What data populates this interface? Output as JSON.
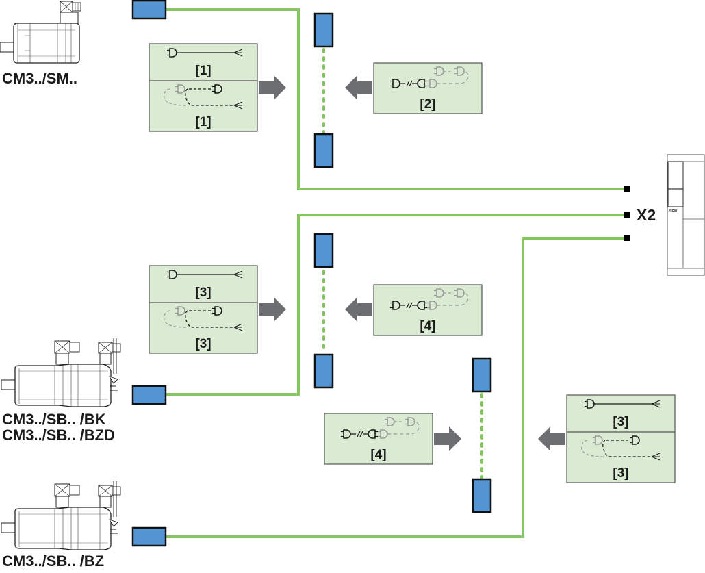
{
  "colors": {
    "cable": "#86c65e",
    "connector_fill": "#5295d2",
    "connector_stroke": "#111111",
    "panel_fill": "#dbebd3",
    "panel_stroke": "#555555",
    "arrow": "#6d6e71",
    "plug_light": "#9a9a9a",
    "plug_dark": "#1a1a1a"
  },
  "motors": [
    {
      "id": "motor-sm",
      "label": "CM3../SM.."
    },
    {
      "id": "motor-sb-bk-bzd",
      "label": "CM3../SB.. /BK\nCM3../SB.. /BZD"
    },
    {
      "id": "motor-sb-bz",
      "label": "CM3../SB.. /BZ"
    }
  ],
  "inverter": {
    "connector_label": "X2"
  },
  "panels": [
    {
      "id": "panel-top-left",
      "type": "double",
      "upper_ref": "[1]",
      "lower_ref": "[1]",
      "arrow": "right"
    },
    {
      "id": "panel-top-ext",
      "type": "extension",
      "ref": "[2]",
      "arrow": "left"
    },
    {
      "id": "panel-mid-left",
      "type": "double",
      "upper_ref": "[3]",
      "lower_ref": "[3]",
      "arrow": "right"
    },
    {
      "id": "panel-mid-ext",
      "type": "extension",
      "ref": "[4]",
      "arrow": "left"
    },
    {
      "id": "panel-bottom-ext",
      "type": "extension",
      "ref": "[4]",
      "arrow": "right"
    },
    {
      "id": "panel-bottom-right",
      "type": "double",
      "upper_ref": "[3]",
      "lower_ref": "[3]",
      "arrow": "left"
    }
  ]
}
